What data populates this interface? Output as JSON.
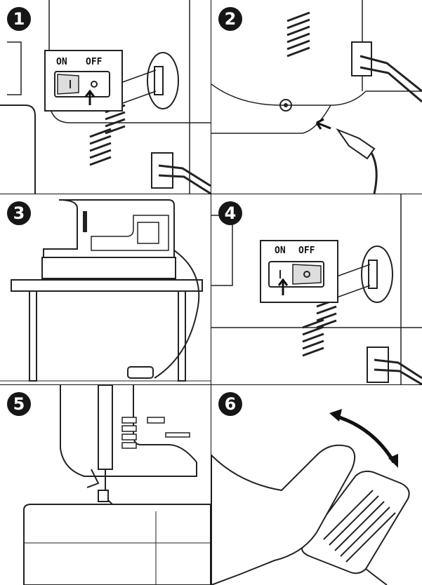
{
  "steps": [
    {
      "number": "1",
      "switch": {
        "on": "ON",
        "off": "OFF"
      }
    },
    {
      "number": "2"
    },
    {
      "number": "3"
    },
    {
      "number": "4",
      "switch": {
        "on": "ON",
        "off": "OFF"
      }
    },
    {
      "number": "5"
    },
    {
      "number": "6"
    }
  ],
  "colors": {
    "ink": "#161616",
    "paper": "#ffffff"
  }
}
